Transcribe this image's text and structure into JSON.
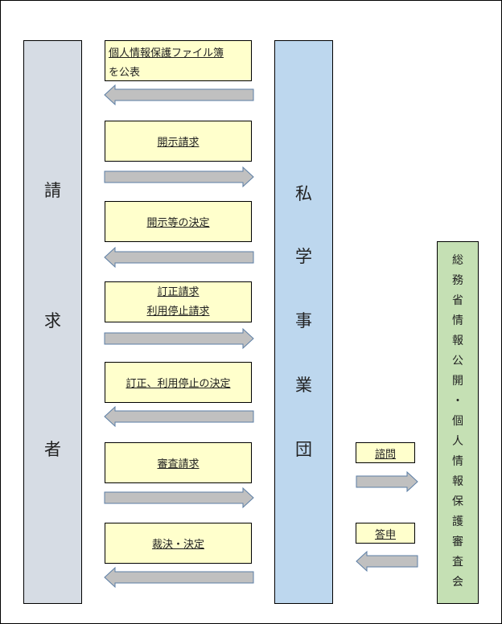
{
  "requester": {
    "chars": [
      "請",
      "求",
      "者"
    ]
  },
  "organization": {
    "chars": [
      "私",
      "学",
      "事",
      "業",
      "団"
    ]
  },
  "review_board": {
    "chars": [
      "総",
      "務",
      "省",
      "情",
      "報",
      "公",
      "開",
      "・",
      "個",
      "人",
      "情",
      "報",
      "保",
      "護",
      "審",
      "査",
      "会"
    ]
  },
  "steps": [
    {
      "lines": [
        "個人情報保護ファイル簿",
        "を公表"
      ],
      "direction": "left"
    },
    {
      "lines": [
        "開示請求"
      ],
      "direction": "right"
    },
    {
      "lines": [
        "開示等の決定"
      ],
      "direction": "left"
    },
    {
      "lines": [
        "訂正請求",
        "利用停止請求"
      ],
      "direction": "right"
    },
    {
      "lines": [
        "訂正、利用停止の決定"
      ],
      "direction": "left"
    },
    {
      "lines": [
        "審査請求"
      ],
      "direction": "right"
    },
    {
      "lines": [
        "裁決・決定"
      ],
      "direction": "left"
    }
  ],
  "board_steps": [
    {
      "label": "諮問",
      "direction": "right"
    },
    {
      "label": "答申",
      "direction": "left"
    }
  ],
  "colors": {
    "requester_fill": "#d6dce4",
    "organization_fill": "#bdd7ee",
    "board_fill": "#c5e0b4",
    "box_fill": "#ffffcc",
    "arrow_fill": "#c0c0c0",
    "arrow_stroke": "#5b7ea5"
  }
}
